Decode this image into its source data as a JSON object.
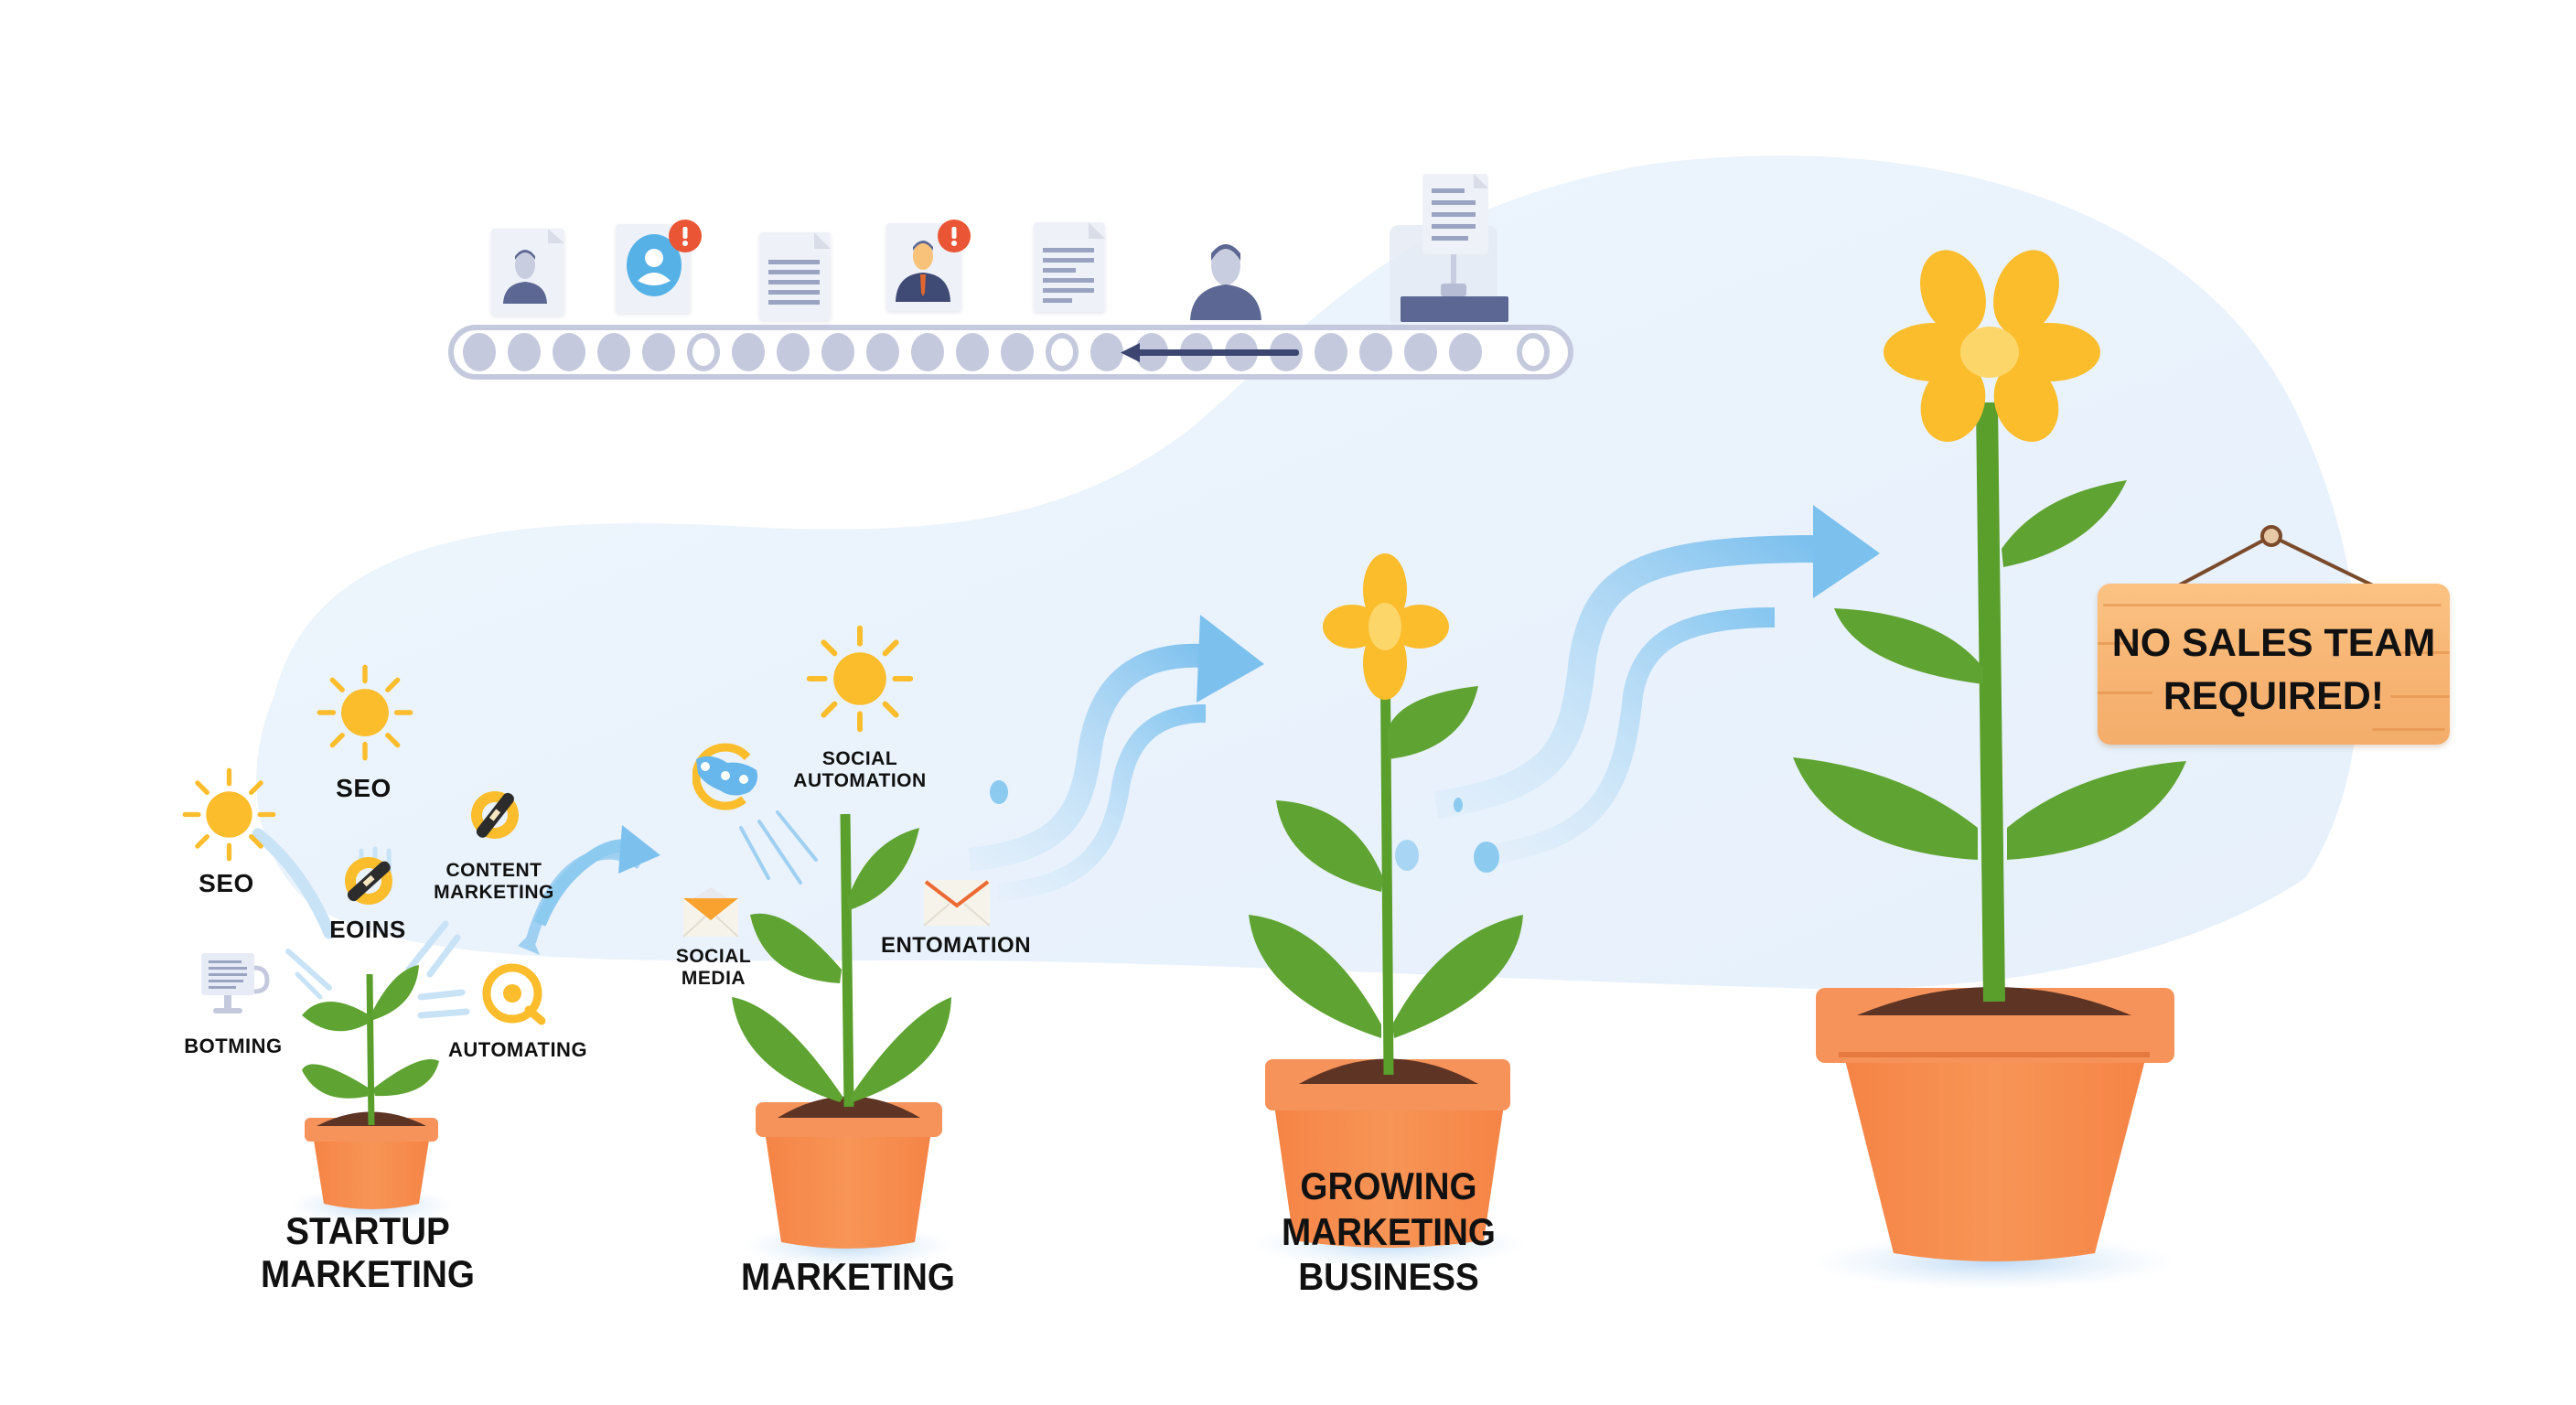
{
  "illustration": {
    "theme": "Marketing growth stages shown as plants growing in pots",
    "colors": {
      "background": "#ffffff",
      "cloud": "#eaf3fc",
      "pot": "#f58a4a",
      "pot_rim": "#f6935a",
      "soil": "#5e3424",
      "leaf": "#5fa332",
      "stem": "#5a9e2c",
      "petal": "#fbbd2c",
      "flower_center": "#fdd66a",
      "arrow": "#7cc0ee",
      "sun": "#fbbd2c",
      "conveyor": "#c4c9dd",
      "person": "#5c6893",
      "badge": "#ea5535",
      "sign": "#f7b473",
      "text": "#111111"
    }
  },
  "conveyor": {
    "roller_count": 24,
    "hollow_rollers": [
      6,
      14,
      24
    ],
    "direction": "left",
    "items": [
      {
        "type": "profile-card",
        "icon": "person-icon",
        "badge": false
      },
      {
        "type": "profile-card",
        "icon": "user-circle-icon",
        "badge": true
      },
      {
        "type": "document",
        "icon": "document-icon",
        "badge": false
      },
      {
        "type": "profile-card",
        "icon": "businessman-icon",
        "badge": true
      },
      {
        "type": "document",
        "icon": "document-icon",
        "badge": false
      },
      {
        "type": "person",
        "icon": "person-icon",
        "badge": false
      },
      {
        "type": "machine",
        "icon": "printer-machine-icon",
        "badge": false
      }
    ]
  },
  "stages": [
    {
      "id": "startup",
      "label_line1": "STARTUP",
      "label_line2": "MARKETING",
      "inputs": [
        {
          "label": "SEO",
          "icon": "sun-icon"
        },
        {
          "label": "SEO",
          "icon": "sun-icon"
        },
        {
          "label": "EOINS",
          "icon": "link-chain-icon"
        },
        {
          "label_line1": "CONTENT",
          "label_line2": "MARKETING",
          "icon": "link-chain-icon"
        },
        {
          "label": "BOTMING",
          "icon": "monitor-document-icon"
        },
        {
          "label": "AUTOMATING",
          "icon": "target-search-icon"
        }
      ]
    },
    {
      "id": "marketing",
      "label": "MARKETING",
      "inputs": [
        {
          "label_line1": "SOCIAL",
          "label_line2": "AUTOMATION",
          "icon": "sun-icon"
        },
        {
          "label": "",
          "icon": "social-sync-icon"
        },
        {
          "label_line1": "SOCIAL",
          "label_line2": "MEDIA",
          "icon": "envelope-icon"
        },
        {
          "label": "ENTOMATION",
          "icon": "envelope-icon"
        }
      ]
    },
    {
      "id": "growing",
      "label_line1": "GROWING",
      "label_line2": "MARKETING",
      "label_line3": "BUSINESS"
    },
    {
      "id": "mature",
      "sign": {
        "line1": "NO SALES TEAM",
        "line2": "REQUIRED!"
      }
    }
  ]
}
